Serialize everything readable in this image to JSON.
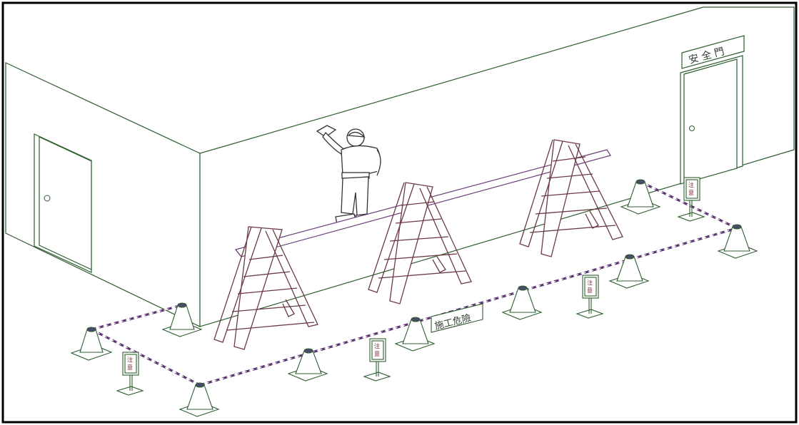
{
  "labels": {
    "safety_door_sign": "安 全 門",
    "danger_sign": "施工危險",
    "caution_sign_line1": "注",
    "caution_sign_line2": "意"
  },
  "colors": {
    "wall_line": "#2f5d2f",
    "ladder": "#6b3a44",
    "plank": "#6a3f78",
    "tape": "#5a3370",
    "border": "#000000"
  }
}
